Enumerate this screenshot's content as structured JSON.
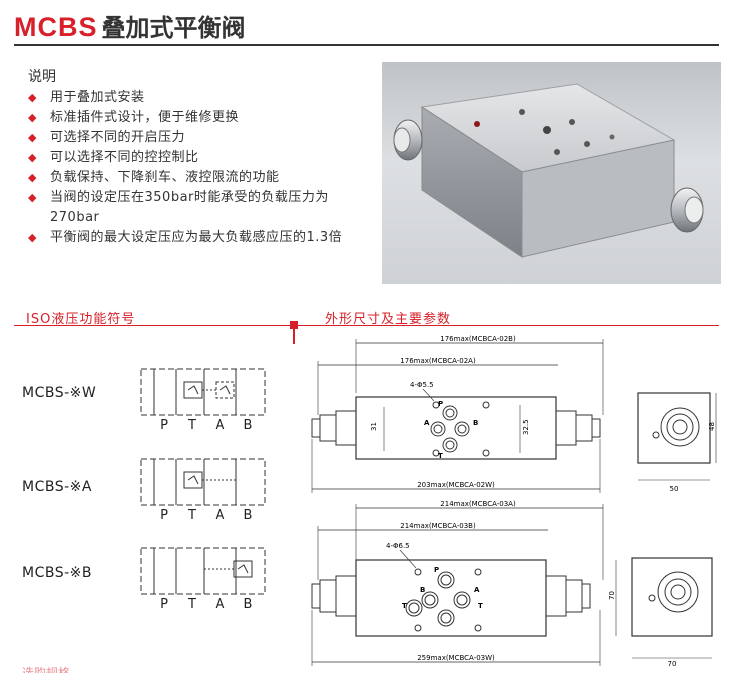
{
  "header": {
    "brand": "MCBS",
    "title_cn": "叠加式平衡阀",
    "brand_color": "#d7202a"
  },
  "description": {
    "heading": "说明",
    "items": [
      "用于叠加式安装",
      "标准插件式设计，便于维修更换",
      "可选择不同的开启压力",
      "可以选择不同的控控制比",
      "负载保持、下降刹车、液控限流的功能",
      "当阀的设定压在350bar时能承受的负载压力为270bar",
      "平衡阀的最大设定压应为最大负载感应压的1.3倍"
    ]
  },
  "sections": {
    "iso_symbol": "ISO液压功能符号",
    "dimensions": "外形尺寸及主要参数"
  },
  "symbols": [
    {
      "model": "MCBS-※W",
      "ports": [
        "P",
        "T",
        "A",
        "B"
      ]
    },
    {
      "model": "MCBS-※A",
      "ports": [
        "P",
        "T",
        "A",
        "B"
      ]
    },
    {
      "model": "MCBS-※B",
      "ports": [
        "P",
        "T",
        "A",
        "B"
      ]
    }
  ],
  "drawing_top": {
    "dim_outer": "176max(MCBCA-02B)",
    "dim_inner": "176max(MCBCA-02A)",
    "holes": "4-Φ5.5",
    "height_left": "31",
    "height_right": "32.5",
    "width_bottom": "203max(MCBCA-02W)",
    "port_labels": [
      "P",
      "A",
      "B",
      "T"
    ],
    "side_height": "48",
    "side_width": "50"
  },
  "drawing_bottom": {
    "dim_outer": "214max(MCBCA-03A)",
    "dim_inner": "214max(MCBCA-03B)",
    "holes": "4-Φ6.5",
    "port_labels": [
      "P",
      "B",
      "A",
      "T",
      "T"
    ],
    "height": "70",
    "width_bottom": "259max(MCBCA-03W)",
    "side_width": "70"
  },
  "footer_partial": "选购规格"
}
